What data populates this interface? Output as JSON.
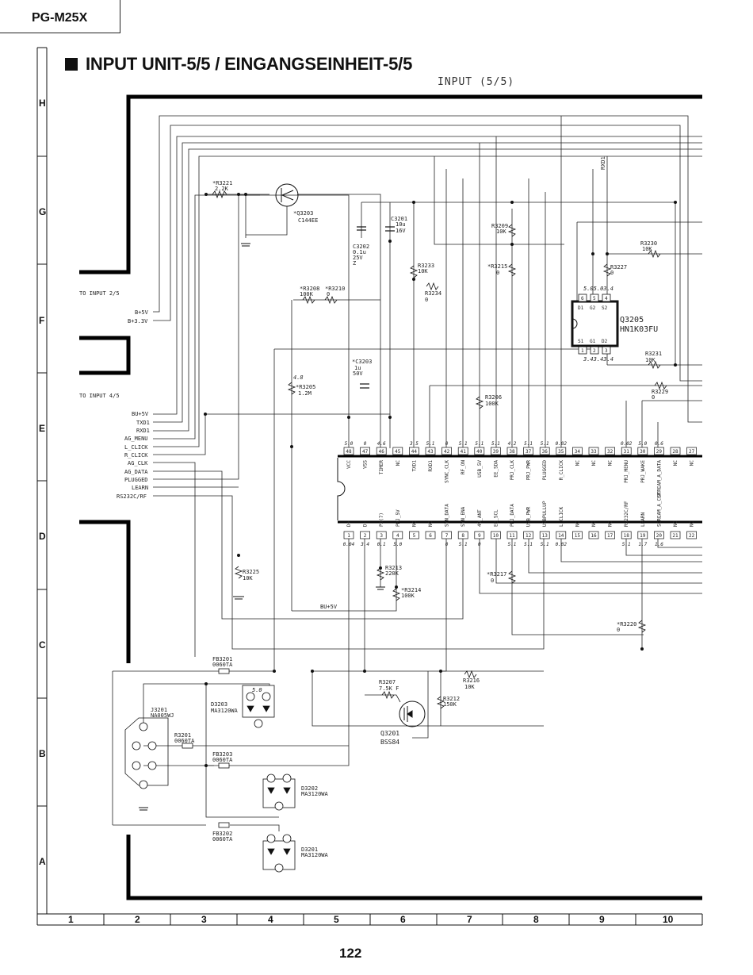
{
  "header": {
    "model": "PG-M25X"
  },
  "title": "INPUT UNIT-5/5 / EINGANGSEINHEIT-5/5",
  "sheet_label": "INPUT (5/5)",
  "page_number": "122",
  "grid": {
    "rows": [
      "H",
      "G",
      "F",
      "E",
      "D",
      "C",
      "B",
      "A"
    ],
    "columns": [
      "1",
      "2",
      "3",
      "4",
      "5",
      "6",
      "7",
      "8",
      "9",
      "10"
    ]
  },
  "connectors": {
    "to_input_2_5": {
      "label": "TO INPUT 2/5",
      "pins": [
        "B+5V",
        "B+3.3V"
      ]
    },
    "to_input_4_5": {
      "label": "TO INPUT 4/5",
      "pins": [
        "BU+5V",
        "TXD1",
        "RXD1",
        "AG_MENU",
        "L_CLICK",
        "R_CLICK",
        "AG_CLK",
        "AG_DATA",
        "PLUGGED",
        "LEARN",
        "RS232C/RF"
      ]
    }
  },
  "ic": {
    "top_pins": [
      {
        "n": "48",
        "name": "VCC",
        "v": "5.0"
      },
      {
        "n": "47",
        "name": "VSS",
        "v": "0"
      },
      {
        "n": "46",
        "name": "TIMER",
        "v": "4.6"
      },
      {
        "n": "45",
        "name": "NC",
        "v": ""
      },
      {
        "n": "44",
        "name": "TXD1",
        "v": "3.5"
      },
      {
        "n": "43",
        "name": "RXD1",
        "v": "5.1"
      },
      {
        "n": "42",
        "name": "SYNC_CLK",
        "v": "0"
      },
      {
        "n": "41",
        "name": "RF_ON",
        "v": "5.1"
      },
      {
        "n": "40",
        "name": "USB_5V",
        "v": "5.1"
      },
      {
        "n": "39",
        "name": "EE_SDA",
        "v": "5.1"
      },
      {
        "n": "38",
        "name": "PRJ_CLK",
        "v": "4.2"
      },
      {
        "n": "37",
        "name": "PRJ_PWR",
        "v": "5.1"
      },
      {
        "n": "36",
        "name": "PLUGGED",
        "v": "5.1"
      },
      {
        "n": "35",
        "name": "R_CLICK",
        "v": "0.02"
      },
      {
        "n": "34",
        "name": "NC",
        "v": ""
      },
      {
        "n": "33",
        "name": "NC",
        "v": ""
      },
      {
        "n": "32",
        "name": "NC",
        "v": ""
      },
      {
        "n": "31",
        "name": "PRJ_MENU",
        "v": "0.02"
      },
      {
        "n": "30",
        "name": "PRJ_WAKE",
        "v": "5.0"
      },
      {
        "n": "29",
        "name": "STREAM_A_DATA",
        "v": "0.6"
      },
      {
        "n": "28",
        "name": "NC",
        "v": ""
      },
      {
        "n": "27",
        "name": "NC",
        "v": ""
      }
    ],
    "bottom_pins": [
      {
        "n": "1",
        "name": "D+",
        "v": "0.04"
      },
      {
        "n": "2",
        "name": "D-",
        "v": "3.4"
      },
      {
        "n": "3",
        "name": "P3(7)",
        "v": "0.1"
      },
      {
        "n": "4",
        "name": "PRJ_5V",
        "v": "5.0"
      },
      {
        "n": "5",
        "name": "NC",
        "v": ""
      },
      {
        "n": "6",
        "name": "NC",
        "v": ""
      },
      {
        "n": "7",
        "name": "SYN_DATA",
        "v": "0"
      },
      {
        "n": "8",
        "name": "SYN_ENA",
        "v": "5.1"
      },
      {
        "n": "9",
        "name": "49_ANT",
        "v": "0"
      },
      {
        "n": "10",
        "name": "EE_SCL",
        "v": ""
      },
      {
        "n": "11",
        "name": "PRJ_DATA",
        "v": "5.1"
      },
      {
        "n": "12",
        "name": "USB_PWR",
        "v": "5.1"
      },
      {
        "n": "13",
        "name": "USBPULLUP",
        "v": "5.1"
      },
      {
        "n": "14",
        "name": "L_CLICK",
        "v": "0.02"
      },
      {
        "n": "15",
        "name": "NC",
        "v": ""
      },
      {
        "n": "16",
        "name": "NC",
        "v": ""
      },
      {
        "n": "17",
        "name": "NC",
        "v": ""
      },
      {
        "n": "18",
        "name": "RS232C/RF",
        "v": "5.1"
      },
      {
        "n": "19",
        "name": "LEARN",
        "v": "1.7"
      },
      {
        "n": "20",
        "name": "SEREAM_A_CLK",
        "v": "1.6"
      },
      {
        "n": "21",
        "name": "NC",
        "v": ""
      },
      {
        "n": "22",
        "name": "NC",
        "v": ""
      }
    ]
  },
  "components": {
    "r3221": {
      "ref": "*R3221",
      "val": "2.2K"
    },
    "q3203": {
      "ref": "*Q3203",
      "val": "C144EE"
    },
    "c3202": {
      "ref": "C3202",
      "l1": "0.1u",
      "l2": "25V",
      "l3": "Z"
    },
    "c3201": {
      "ref": "C3201",
      "l1": "10u",
      "l2": "16V"
    },
    "r3233": {
      "ref": "R3233",
      "val": "10K"
    },
    "r3234": {
      "ref": "R3234",
      "val": "0"
    },
    "r3209": {
      "ref": "R3209",
      "val": "10K"
    },
    "r3215": {
      "ref": "*R3215",
      "val": "0"
    },
    "r3227": {
      "ref": "R3227",
      "val": "0"
    },
    "r3230": {
      "ref": "R3230",
      "val": "10K"
    },
    "q3205": {
      "ref": "Q3205",
      "val": "HN1K03FU",
      "top_pins": "5.05.03.4",
      "bottom_pins": "3.43.43.4",
      "labels_top": [
        "D1",
        "G2",
        "S2"
      ],
      "labels_bot": [
        "S1",
        "G1",
        "D2"
      ],
      "pins_top": [
        "6",
        "5",
        "4"
      ],
      "pins_bot": [
        "1",
        "2",
        "3"
      ]
    },
    "rxd1_tag": "RXD1",
    "r3208": {
      "ref": "*R3208",
      "val": "100K"
    },
    "r3210": {
      "ref": "*R3210",
      "val": "0"
    },
    "c3203": {
      "ref": "*C3203",
      "l1": "1u",
      "l2": "50V"
    },
    "r3205": {
      "ref": "*R3205",
      "val": "1.2M",
      "v": "4.8"
    },
    "r3206": {
      "ref": "R3206",
      "val": "100K"
    },
    "r3231": {
      "ref": "R3231",
      "val": "10K"
    },
    "r3229": {
      "ref": "R3229",
      "val": "0"
    },
    "r3225": {
      "ref": "R3225",
      "val": "10K"
    },
    "r3213": {
      "ref": "R3213",
      "val": "220K"
    },
    "r3214": {
      "ref": "*R3214",
      "val": "100K"
    },
    "r3217": {
      "ref": "*R3217",
      "val": "0"
    },
    "r3220": {
      "ref": "*R3220",
      "val": "0"
    },
    "bu5v_net": "BU+5V",
    "fb3201": {
      "ref": "FB3201",
      "val": "0060TA"
    },
    "fb3203": {
      "ref": "FB3203",
      "val": "0060TA"
    },
    "fb3202": {
      "ref": "FB3202",
      "val": "0060TA"
    },
    "j3201": {
      "ref": "J3201",
      "val": "NA005WJ"
    },
    "r3201": {
      "ref": "R3201",
      "val": "0060TA"
    },
    "d3203": {
      "ref": "D3203",
      "val": "MA3120WA",
      "v": "5.0"
    },
    "d3202": {
      "ref": "D3202",
      "val": "MA3120WA"
    },
    "d3201": {
      "ref": "D3201",
      "val": "MA3120WA"
    },
    "r3207": {
      "ref": "R3207",
      "val": "7.5K F"
    },
    "r3216": {
      "ref": "R3216",
      "val": "10K"
    },
    "r3212": {
      "ref": "R3212",
      "val": "150K"
    },
    "q3201": {
      "ref": "Q3201",
      "val": "BSS84"
    }
  }
}
